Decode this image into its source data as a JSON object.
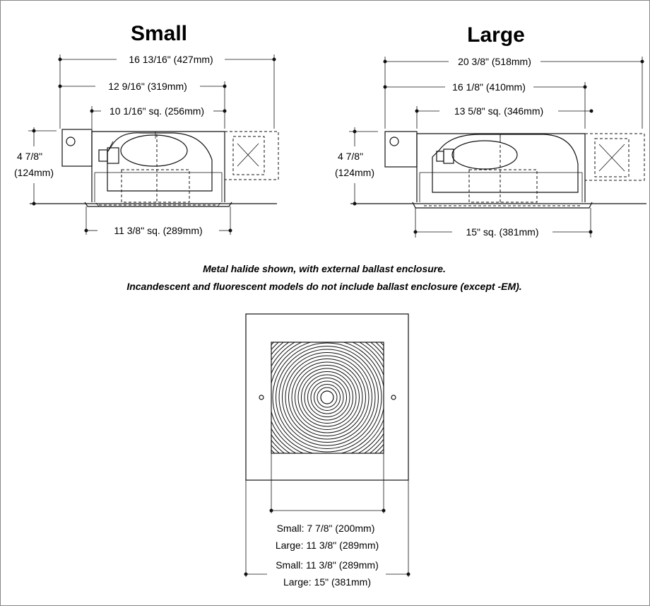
{
  "diagram": {
    "small": {
      "title": "Small",
      "overall_width": "16 13/16\" (427mm)",
      "mid_width": "12 9/16\" (319mm)",
      "inner_width": "10 1/16\" sq. (256mm)",
      "height_in": "4 7/8\"",
      "height_mm": "(124mm)",
      "bottom_width": "11 3/8\" sq. (289mm)"
    },
    "large": {
      "title": "Large",
      "overall_width": "20 3/8\" (518mm)",
      "mid_width": "16 1/8\" (410mm)",
      "inner_width": "13 5/8\" sq. (346mm)",
      "height_in": "4 7/8\"",
      "height_mm": "(124mm)",
      "bottom_width": "15\" sq. (381mm)"
    },
    "notes": {
      "line1": "Metal halide shown, with external ballast enclosure.",
      "line2": "Incandescent and fluorescent models do not include ballast enclosure (except -EM)."
    },
    "plan": {
      "inner_small": "Small: 7 7/8\" (200mm)",
      "inner_large": "Large: 11 3/8\" (289mm)",
      "outer_small": "Small: 11 3/8\" (289mm)",
      "outer_large": "Large: 15\" (381mm)"
    }
  }
}
